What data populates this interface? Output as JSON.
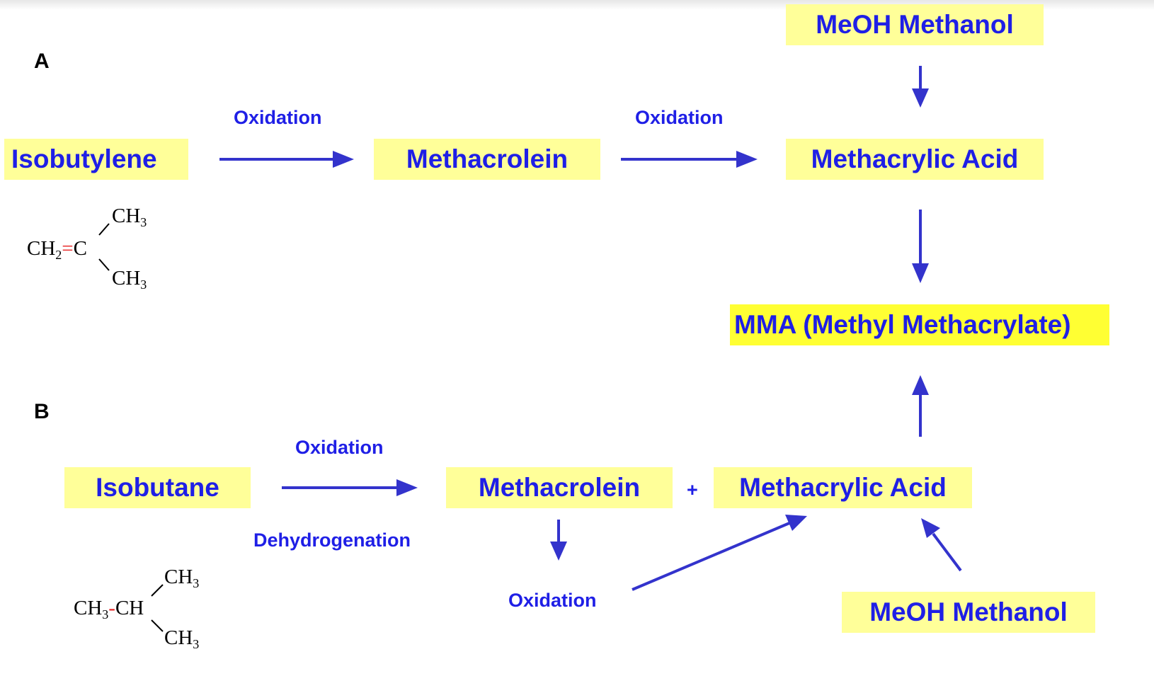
{
  "sections": {
    "a": "A",
    "b": "B"
  },
  "route_a": {
    "isobutylene": "Isobutylene",
    "methacrolein": "Methacrolein",
    "methacrylic_acid": "Methacrylic Acid",
    "methanol": "MeOH Methanol",
    "step1": "Oxidation",
    "step2": "Oxidation",
    "formula": {
      "left": "CH",
      "left_sub": "2",
      "bond": "=",
      "center": "C",
      "top": "CH",
      "top_sub": "3",
      "bottom": "CH",
      "bottom_sub": "3"
    }
  },
  "product": "MMA (Methyl Methacrylate)",
  "route_b": {
    "isobutane": "Isobutane",
    "methacrolein": "Methacrolein",
    "plus": "+",
    "methacrylic_acid": "Methacrylic Acid",
    "methanol": "MeOH Methanol",
    "step_top": "Oxidation",
    "step_bottom": "Dehydrogenation",
    "step_down": "Oxidation",
    "formula": {
      "left": "CH",
      "left_sub": "3",
      "bond": "-",
      "center": "CH",
      "top": "CH",
      "top_sub": "3",
      "bottom": "CH",
      "bottom_sub": "3"
    }
  },
  "colors": {
    "text_blue": "#1f1fe6",
    "arrow_blue": "#3333cc",
    "box_yellow": "#ffff99",
    "product_yellow": "#ffff33",
    "bond_red": "#e62020"
  }
}
